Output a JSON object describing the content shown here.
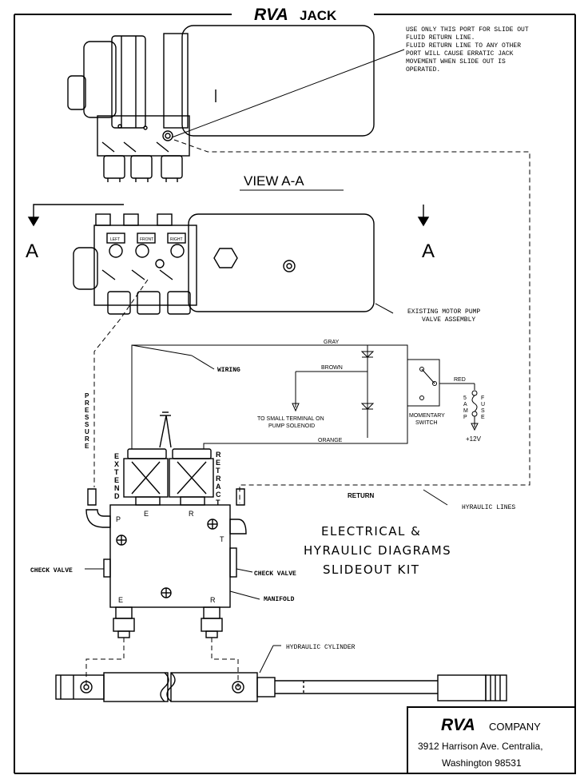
{
  "header": {
    "brand": "RVA",
    "title": "JACK"
  },
  "notes": {
    "slide_out_port": [
      "USE ONLY THIS PORT FOR SLIDE OUT",
      "FLUID RETURN LINE.",
      "FLUID RETURN LINE TO ANY OTHER",
      "PORT WILL CAUSE ERRATIC JACK",
      "MOVEMENT WHEN SLIDE OUT IS",
      "OPERATED."
    ]
  },
  "view": {
    "title": "VIEW A-A",
    "section_left": "A",
    "section_right": "A"
  },
  "labels": {
    "motor_pump": [
      "EXISTING MOTOR PUMP",
      "VALVE ASSEMBLY"
    ],
    "wiring": "WIRING",
    "gray": "GRAY",
    "brown": "BROWN",
    "orange": "ORANGE",
    "red": "RED",
    "small_terminal": [
      "TO SMALL TERMINAL ON",
      "PUMP SOLENOID"
    ],
    "momentary_switch": [
      "MOMENTARY",
      "SWITCH"
    ],
    "fuse_amp": [
      "5",
      "A",
      "M",
      "P"
    ],
    "fuse_word": [
      "F",
      "U",
      "S",
      "E"
    ],
    "voltage": "+12V",
    "pressure": [
      "P",
      "R",
      "E",
      "S",
      "S",
      "U",
      "R",
      "E"
    ],
    "extend": [
      "E",
      "X",
      "T",
      "E",
      "N",
      "D"
    ],
    "retract": [
      "R",
      "E",
      "T",
      "R",
      "A",
      "C",
      "T"
    ],
    "return": "RETURN",
    "hydraulic_lines": "HYRAULIC LINES",
    "check_valve_left": "CHECK VALVE",
    "check_valve_right": "CHECK VALVE",
    "manifold": "MANIFOLD",
    "hydraulic_cylinder": "HYDRAULIC CYLINDER",
    "port_p": "P",
    "port_t": "T",
    "port_e_top": "E",
    "port_r_top": "R",
    "port_e_bottom": "E",
    "port_r_bottom": "R"
  },
  "valve_tags": [
    "LEFT",
    "FRONT",
    "RIGHT"
  ],
  "diagram_title": [
    "ELECTRICAL &",
    "HYRAULIC DIAGRAMS",
    "SLIDEOUT KIT"
  ],
  "company": {
    "brand": "RVA",
    "name": "COMPANY",
    "address": "3912 Harrison Ave. Centralia,",
    "city": "Washington 98531"
  }
}
